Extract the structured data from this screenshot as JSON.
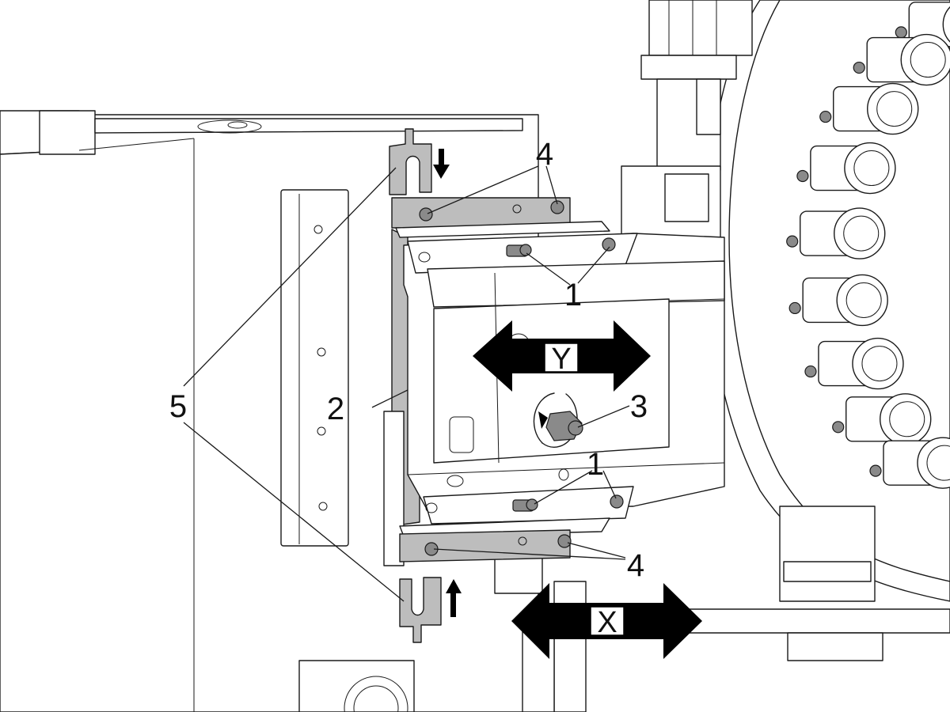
{
  "callouts": {
    "c1a": "1",
    "c1b": "1",
    "c2": "2",
    "c3": "3",
    "c4a": "4",
    "c4b": "4",
    "c5": "5"
  },
  "axes": {
    "y_label": "Y",
    "x_label": "X"
  },
  "colors": {
    "arrow_fill": "#000000",
    "highlight_gray": "#bdbdbd",
    "line": "#1a1a1a"
  }
}
